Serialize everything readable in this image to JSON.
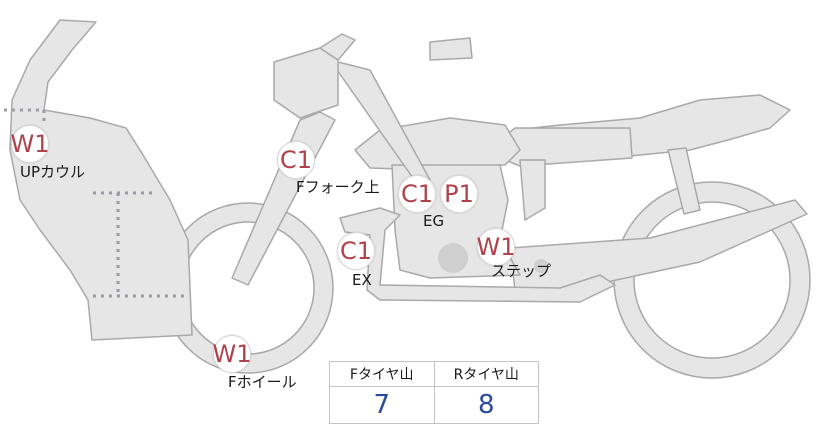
{
  "colors": {
    "marker_text": "#b0424b",
    "value_text": "#2b4a9b",
    "body_fill": "#e6e6e6",
    "body_stroke": "#a9a9a9",
    "zone_dots": "#9c9aa8"
  },
  "markers": [
    {
      "id": "upcowl",
      "code": "W1",
      "label": "UPカウル"
    },
    {
      "id": "ffork",
      "code": "C1",
      "label": "Fフォーク上"
    },
    {
      "id": "eg-c",
      "code": "C1",
      "label": ""
    },
    {
      "id": "eg-p",
      "code": "P1",
      "label": "EG"
    },
    {
      "id": "ex",
      "code": "C1",
      "label": "EX"
    },
    {
      "id": "step",
      "code": "W1",
      "label": "ステップ"
    },
    {
      "id": "fwheel",
      "code": "W1",
      "label": "Fホイール"
    }
  ],
  "tread_table": {
    "headers": [
      "Fタイヤ山",
      "Rタイヤ山"
    ],
    "values": [
      "7",
      "8"
    ]
  }
}
